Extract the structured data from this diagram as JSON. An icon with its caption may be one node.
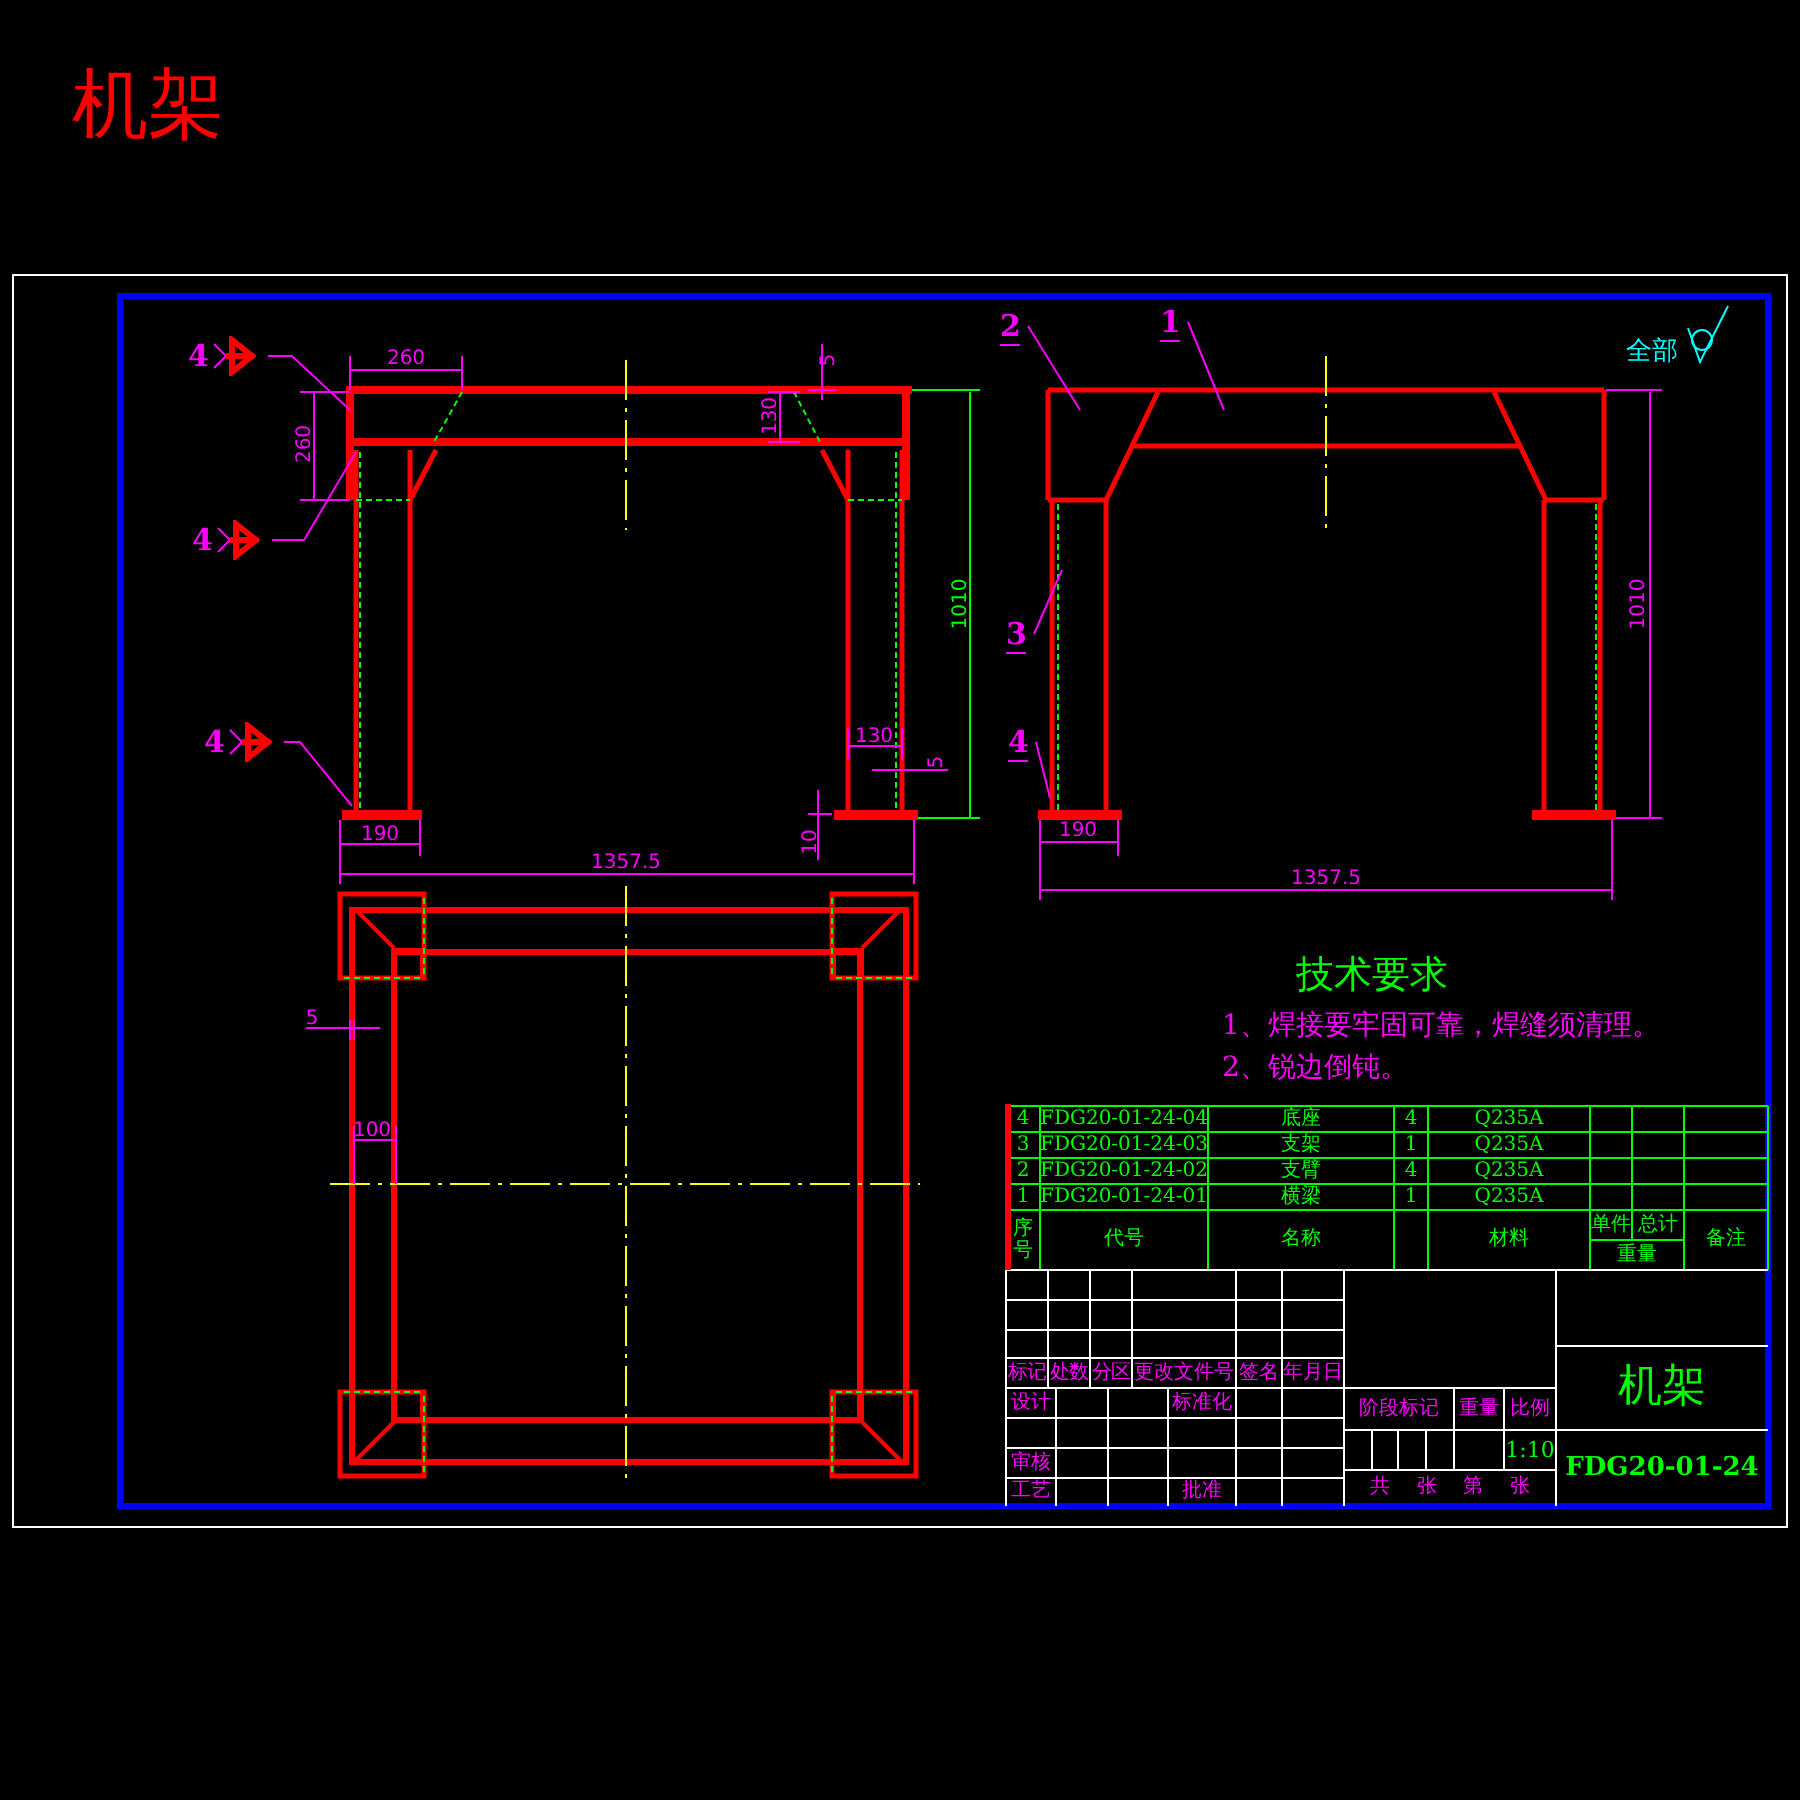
{
  "diagram": {
    "title": "机架",
    "nodes": [
      {
        "text": [
          "4"
        ]
      },
      {
        "text": [
          "4"
        ]
      },
      {
        "text": [
          "4"
        ]
      },
      {
        "text": [
          "2"
        ]
      },
      {
        "text": [
          "1"
        ]
      },
      {
        "text": [
          "3"
        ]
      },
      {
        "text": [
          "4"
        ]
      }
    ],
    "edges": [
      {
        "from": 0,
        "to": null,
        "arrow": "none"
      },
      {
        "from": 1,
        "to": null,
        "arrow": "none"
      },
      {
        "from": 2,
        "to": null,
        "arrow": "none"
      },
      {
        "from": 3,
        "to": null,
        "arrow": "none"
      },
      {
        "from": 4,
        "to": null,
        "arrow": "none"
      },
      {
        "from": 5,
        "to": null,
        "arrow": "none"
      },
      {
        "from": 6,
        "to": null,
        "arrow": "none"
      }
    ],
    "labels": [
      "260",
      "260",
      "5",
      "130",
      "1010",
      "130",
      "5",
      "10",
      "190",
      "1357.5",
      "全部",
      "1010",
      "190",
      "1357.5",
      "5",
      "100",
      "技术要求",
      "1、焊接要牢固可靠，焊缝须清理。",
      "2、锐边倒钝。",
      "4",
      "FDG20-01-24-04",
      "底座",
      "4",
      "Q235A",
      "3",
      "FDG20-01-24-03",
      "支架",
      "1",
      "Q235A",
      "2",
      "FDG20-01-24-02",
      "支臂",
      "4",
      "Q235A",
      "1",
      "FDG20-01-24-01",
      "横梁",
      "1",
      "Q235A",
      "序号",
      "代号",
      "名称",
      "材料",
      "单件",
      "总计",
      "重量",
      "备注",
      "标记",
      "处数",
      "分区",
      "更改文件号",
      "签名",
      "年月日",
      "设计",
      "标准化",
      "审核",
      "工艺",
      "批准",
      "阶段标记",
      "重量",
      "比例",
      "1:10",
      "共 张 第 张",
      "机架",
      "FDG20-01-24"
    ]
  }
}
